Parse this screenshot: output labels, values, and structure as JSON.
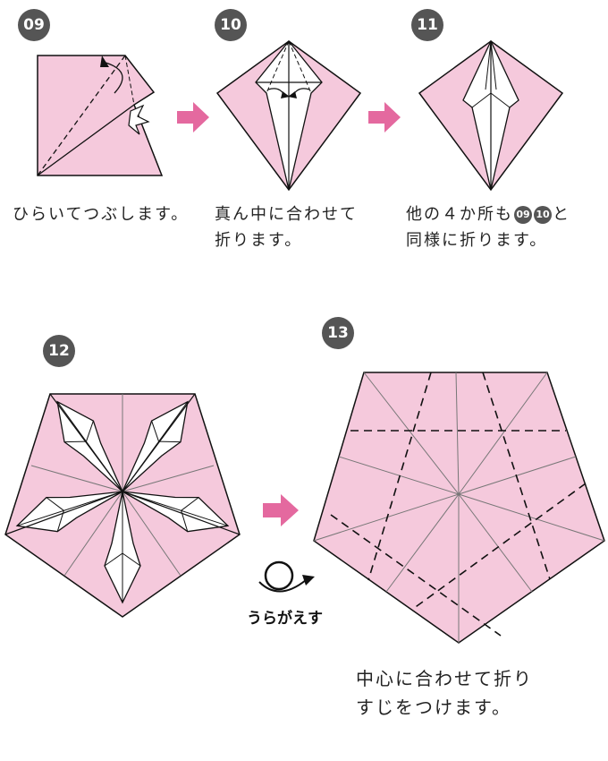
{
  "steps": [
    {
      "number": "09",
      "caption": [
        "ひらいてつぶします。"
      ]
    },
    {
      "number": "10",
      "caption": [
        "真ん中に合わせて",
        "折ります。"
      ]
    },
    {
      "number": "11",
      "caption_parts": [
        "他の４か所も",
        "と"
      ],
      "caption_refs": [
        "09",
        "10"
      ],
      "caption_line2": "同様に折ります。"
    },
    {
      "number": "12"
    },
    {
      "number": "13",
      "caption": [
        "中心に合わせて折り",
        "すじをつけます。"
      ]
    }
  ],
  "flip_label": "うらがえす",
  "colors": {
    "paper": "#f5c9dc",
    "arrow": "#e4699f",
    "badge": "#555555",
    "line": "#111111"
  }
}
